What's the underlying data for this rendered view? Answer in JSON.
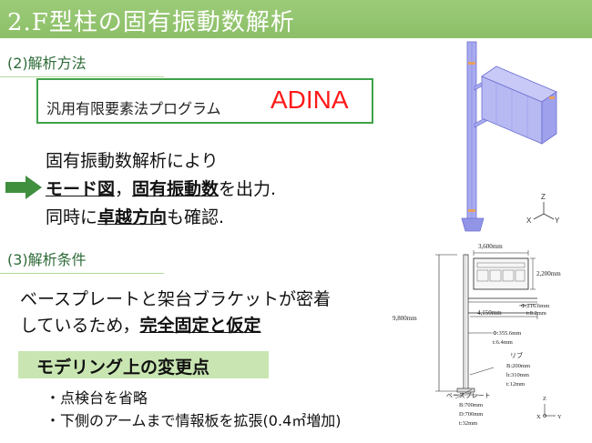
{
  "title": "2.F型柱の固有振動数解析",
  "section1": {
    "heading": "(2)解析方法"
  },
  "program": {
    "prefix": "汎用有限要素法プログラム",
    "name": "ADINA"
  },
  "description": {
    "line1": "固有振動数解析により",
    "line2_a": "モード図",
    "line2_b": "，",
    "line2_c": "固有振動数",
    "line2_d": "を出力.",
    "line3_a": "同時に",
    "line3_b": "卓越方向",
    "line3_c": "も確認."
  },
  "section2": {
    "heading": "(3)解析条件"
  },
  "conditions": {
    "line1": "ベースプレートと架台ブラケットが密着",
    "line2_a": "しているため，",
    "line2_b": "完全固定と仮定"
  },
  "modeling": {
    "heading": "モデリング上の変更点",
    "bullets": [
      "・点検台を省略",
      "・下側のアームまで情報板を拡張(0.4㎡増加)"
    ]
  },
  "model_axes": {
    "z": "Z",
    "x": "X",
    "y": "Y"
  },
  "drawing": {
    "dim_width_top": "3,600mm",
    "dim_height_panel": "2,200mm",
    "dim_arm": "4,150mm",
    "dim_total_height": "9,800mm",
    "pipe_upper": "Φ:216.6mm",
    "pipe_upper_t": "t:8.2mm",
    "pipe_lower": "Φ:355.6mm",
    "pipe_lower_t": "t:6.4mm",
    "rib_title": "リブ",
    "rib_b": "B:200mm",
    "rib_h": "h:310mm",
    "rib_t": "t:12mm",
    "base_title": "ベースプレート",
    "base_b": "B:700mm",
    "base_d": "D:700mm",
    "base_t": "t:32mm",
    "axis_z": "Z",
    "axis_x": "X",
    "axis_y": "Y"
  },
  "colors": {
    "title_bar": "#8cbf68",
    "section_text": "#2e6b38",
    "program_border": "#3fa24a",
    "adina": "#ff1a1a",
    "arrow": "#3f8f3f",
    "modeling_box": "#c9e6b2",
    "model_structure": "#9a9ce8"
  }
}
